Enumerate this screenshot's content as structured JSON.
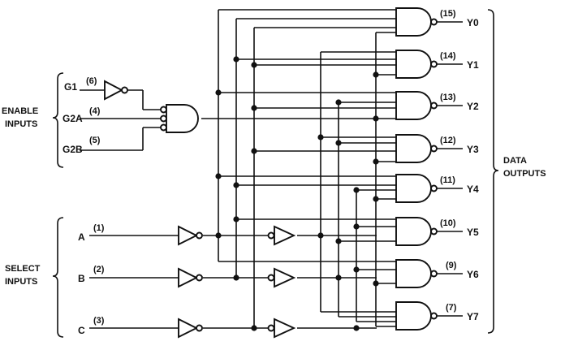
{
  "groups": {
    "enable": [
      "ENABLE",
      "INPUTS"
    ],
    "select": [
      "SELECT",
      "INPUTS"
    ],
    "data": [
      "DATA",
      "OUTPUTS"
    ]
  },
  "enable_inputs": [
    {
      "name": "G1",
      "pin": "(6)"
    },
    {
      "name": "G2A",
      "pin": "(4)"
    },
    {
      "name": "G2B",
      "pin": "(5)"
    }
  ],
  "select_inputs": [
    {
      "name": "A",
      "pin": "(1)"
    },
    {
      "name": "B",
      "pin": "(2)"
    },
    {
      "name": "C",
      "pin": "(3)"
    }
  ],
  "outputs": [
    {
      "name": "Y0",
      "pin": "(15)"
    },
    {
      "name": "Y1",
      "pin": "(14)"
    },
    {
      "name": "Y2",
      "pin": "(13)"
    },
    {
      "name": "Y3",
      "pin": "(12)"
    },
    {
      "name": "Y4",
      "pin": "(11)"
    },
    {
      "name": "Y5",
      "pin": "(10)"
    },
    {
      "name": "Y6",
      "pin": "(9)"
    },
    {
      "name": "Y7",
      "pin": "(7)"
    }
  ]
}
